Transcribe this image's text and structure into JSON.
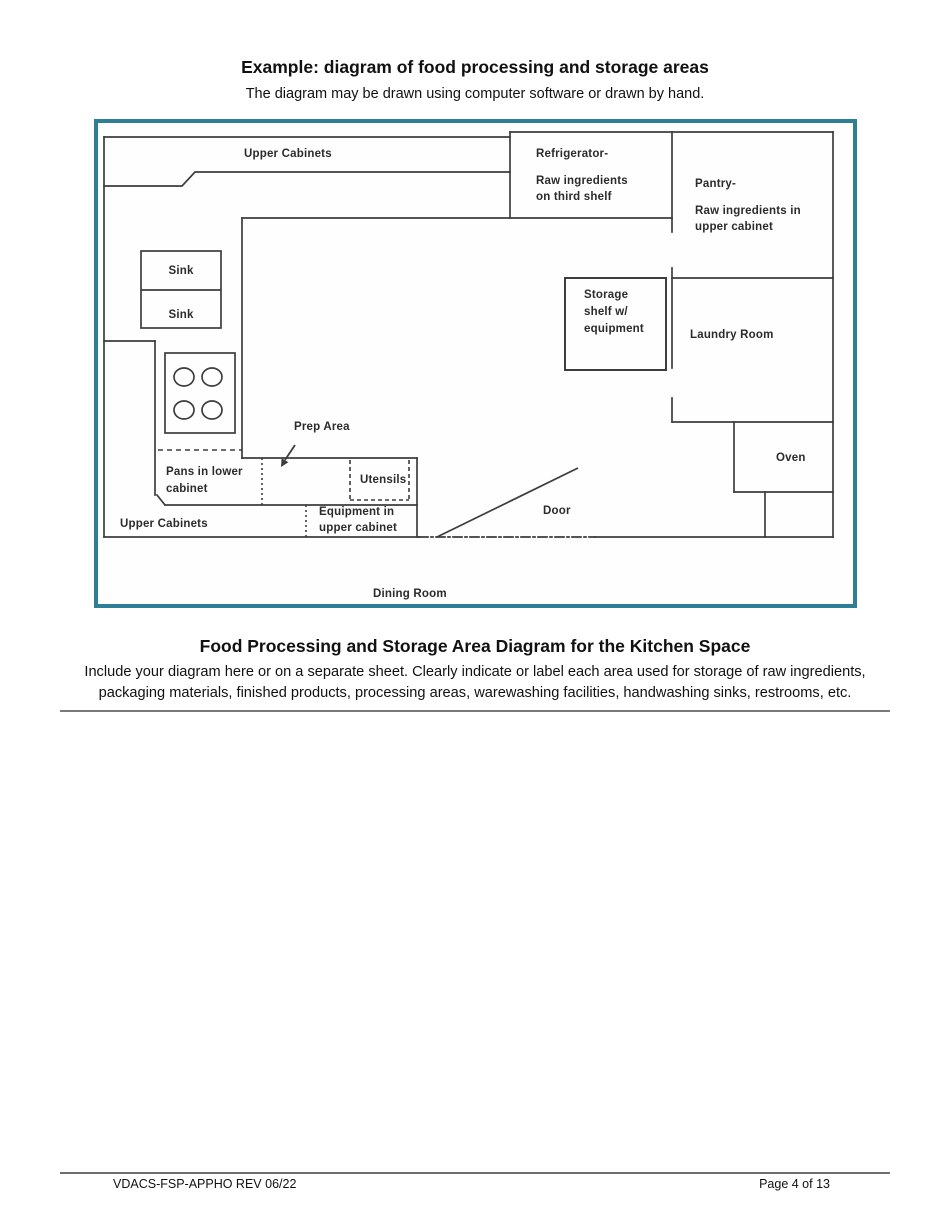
{
  "page": {
    "title": "Example: diagram of food processing and storage areas",
    "subtitle": "The diagram may be drawn using computer software or drawn by hand.",
    "section_heading": "Food Processing and Storage Area Diagram for the Kitchen Space",
    "section_instructions": "Include your diagram here or on a separate sheet. Clearly indicate or label each area used for storage of raw ingredients, packaging materials, finished products, processing areas, warewashing facilities, handwashing sinks, restrooms, etc.",
    "footer": {
      "left": "VDACS-FSP-APPHO REV 06/22",
      "right": "Page 4 of 13"
    }
  },
  "diagram": {
    "border_color": "#2e7e96",
    "wall_color": "#3d3d3d",
    "labels": {
      "upper_cabinets_top": "Upper Cabinets",
      "refrigerator": [
        "Refrigerator-",
        "Raw ingredients",
        "on third shelf"
      ],
      "pantry": [
        "Pantry-",
        "Raw ingredients in",
        "upper cabinet"
      ],
      "sink_top": "Sink",
      "sink_bottom": "Sink",
      "storage_shelf": [
        "Storage",
        "shelf w/",
        "equipment"
      ],
      "laundry_room": "Laundry Room",
      "prep_area": "Prep Area",
      "pans_lower": [
        "Pans in lower",
        "cabinet"
      ],
      "utensils": "Utensils",
      "equipment_upper": [
        "Equipment in",
        "upper cabinet"
      ],
      "upper_cabinets_bottom": "Upper Cabinets",
      "door": "Door",
      "oven": "Oven",
      "dining_room": "Dining Room"
    }
  }
}
